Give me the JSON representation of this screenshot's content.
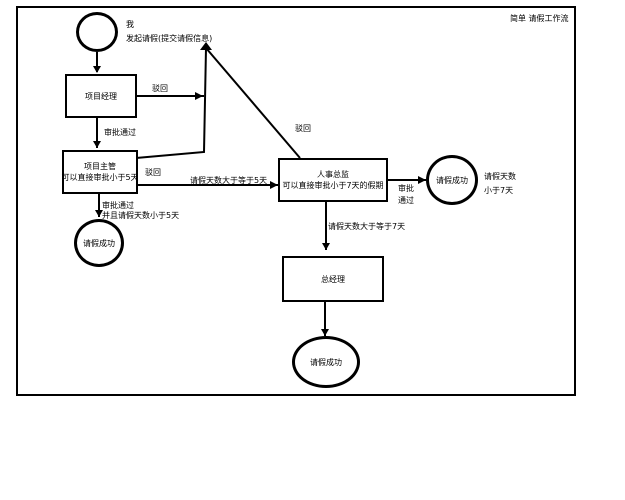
{
  "title": "简单 请假工作流",
  "start": {
    "label_1": "我",
    "label_2": "发起请假(提交请假信息)"
  },
  "nodes": {
    "project_manager": "项目经理",
    "project_lead_1": "项目主管",
    "project_lead_2": "可以直接审批小于5天",
    "hr_director_1": "人事总监",
    "hr_director_2": "可以直接审批小于7天的假期",
    "general_manager": "总经理",
    "success_left": "请假成功",
    "success_right": "请假成功",
    "success_bottom": "请假成功"
  },
  "edges": {
    "reject_pm": "驳回",
    "approved_pm": "审批通过",
    "reject_lead": "驳回",
    "gte5": "请假天数大于等于5天",
    "approved_lead_1": "审批通过",
    "approved_lead_2": "并且请假天数小于5天",
    "reject_hr": "驳回",
    "approved_hr_1": "审批",
    "approved_hr_2": "通过",
    "days_lt7_1": "请假天数",
    "days_lt7_2": "小于7天",
    "gte7": "请假天数大于等于7天"
  }
}
